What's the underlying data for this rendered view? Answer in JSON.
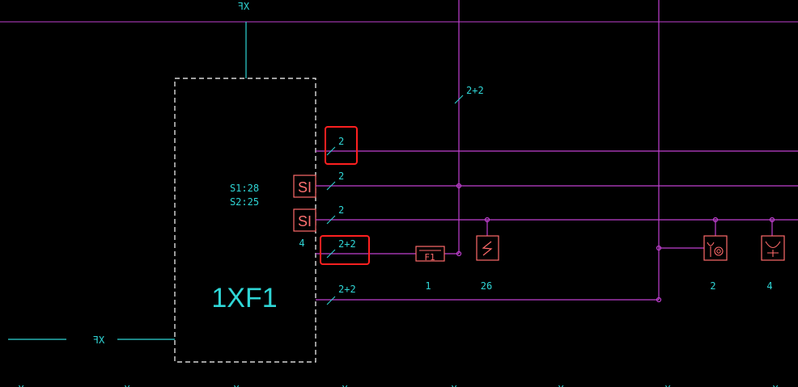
{
  "colors": {
    "background": "#000000",
    "wire": "#c040d0",
    "text": "#2fd6d6",
    "component": "#ff6a6a",
    "highlight": "#ff2020",
    "frame": "#ffffff"
  },
  "top_terminal_label": "XF",
  "left_terminal_label": "XF",
  "box": {
    "name": "1XF1",
    "info_line1": "S1:28",
    "info_line2": "S2:25"
  },
  "si_label": "SI",
  "si_count": "4",
  "wire_labels": {
    "vertical": "2+2",
    "w1": "2",
    "w2": "2",
    "w3": "2",
    "w4": "2+2",
    "w5": "2+2"
  },
  "components": {
    "fuse_label": "F1",
    "fuse_count": "1",
    "sensor_count": "26",
    "valve_count": "2",
    "outlet_count": "4"
  },
  "bottom_marks": [
    "X",
    "X",
    "X",
    "X",
    "X",
    "X",
    "X",
    "X"
  ]
}
